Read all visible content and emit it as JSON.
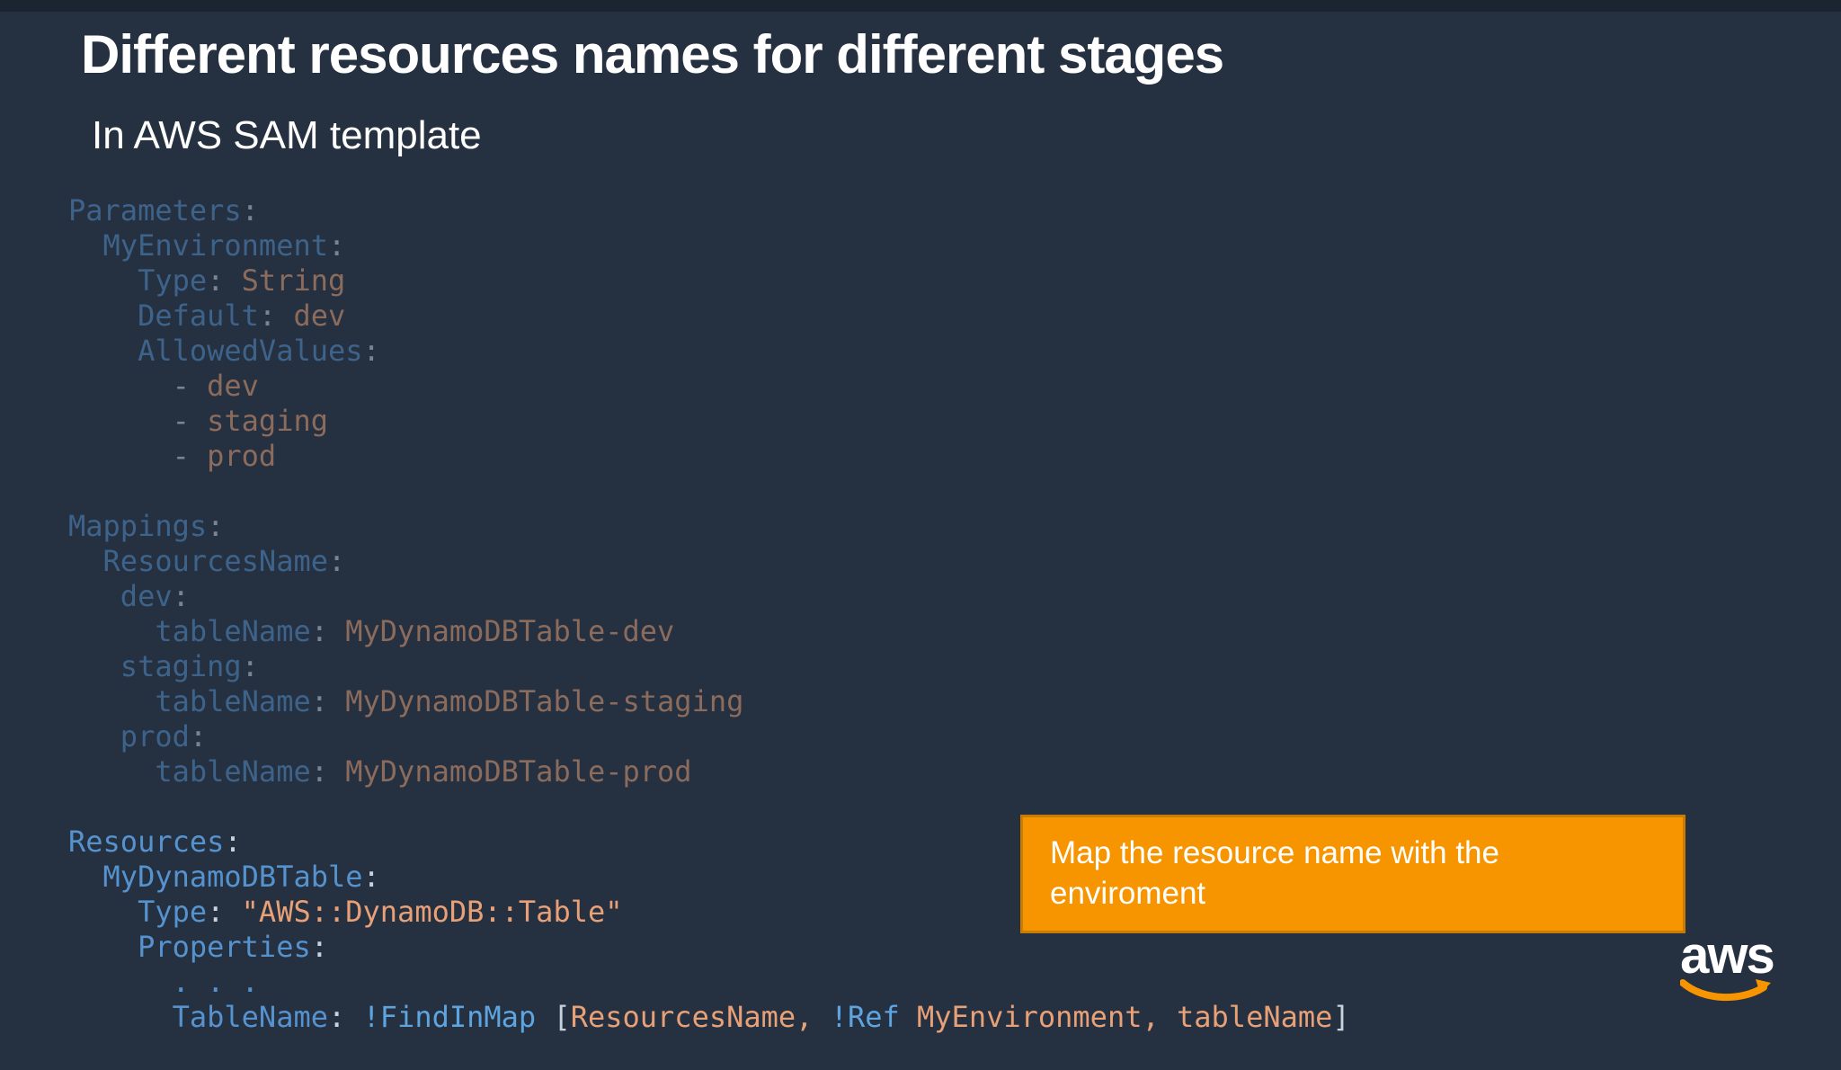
{
  "slide": {
    "title": "Different resources names for different stages",
    "subtitle": "In AWS SAM template"
  },
  "callout": {
    "lines": [
      "Map the resource name with the",
      "enviroment"
    ]
  },
  "logo": {
    "text": "aws",
    "smile_icon": "amazon-smile-arrow"
  },
  "colors": {
    "background": "#253040",
    "top_strip": "#1B2531",
    "text": "#FFFFFF",
    "code_key": "#5693CE",
    "code_tag": "#5EA4DF",
    "code_punct": "#C9D1DB",
    "code_value": "#E8A177",
    "callout_bg": "#F79500",
    "callout_border": "#C87C00",
    "logo_smile": "#F79500"
  },
  "code_blocks": [
    {
      "name": "parameters",
      "dimmed": true,
      "lines": [
        [
          {
            "c": "key",
            "t": "Parameters"
          },
          {
            "c": "punct",
            "t": ":"
          }
        ],
        [
          {
            "c": "key",
            "t": "  MyEnvironment"
          },
          {
            "c": "punct",
            "t": ":"
          }
        ],
        [
          {
            "c": "key",
            "t": "    Type"
          },
          {
            "c": "punct",
            "t": ":"
          },
          {
            "c": "value",
            "t": " String"
          }
        ],
        [
          {
            "c": "key",
            "t": "    Default"
          },
          {
            "c": "punct",
            "t": ":"
          },
          {
            "c": "value",
            "t": " dev"
          }
        ],
        [
          {
            "c": "key",
            "t": "    AllowedValues"
          },
          {
            "c": "punct",
            "t": ":"
          }
        ],
        [
          {
            "c": "punct",
            "t": "      -"
          },
          {
            "c": "value",
            "t": " dev"
          }
        ],
        [
          {
            "c": "punct",
            "t": "      -"
          },
          {
            "c": "value",
            "t": " staging"
          }
        ],
        [
          {
            "c": "punct",
            "t": "      -"
          },
          {
            "c": "value",
            "t": " prod"
          }
        ]
      ]
    },
    {
      "name": "mappings",
      "dimmed": true,
      "lines": [
        [
          {
            "c": "key",
            "t": "Mappings"
          },
          {
            "c": "punct",
            "t": ":"
          }
        ],
        [
          {
            "c": "key",
            "t": "  ResourcesName"
          },
          {
            "c": "punct",
            "t": ":"
          }
        ],
        [
          {
            "c": "key",
            "t": "   dev"
          },
          {
            "c": "punct",
            "t": ":"
          }
        ],
        [
          {
            "c": "key",
            "t": "     tableName"
          },
          {
            "c": "punct",
            "t": ":"
          },
          {
            "c": "value",
            "t": " MyDynamoDBTable-dev"
          }
        ],
        [
          {
            "c": "key",
            "t": "   staging"
          },
          {
            "c": "punct",
            "t": ":"
          }
        ],
        [
          {
            "c": "key",
            "t": "     tableName"
          },
          {
            "c": "punct",
            "t": ":"
          },
          {
            "c": "value",
            "t": " MyDynamoDBTable-staging"
          }
        ],
        [
          {
            "c": "key",
            "t": "   prod"
          },
          {
            "c": "punct",
            "t": ":"
          }
        ],
        [
          {
            "c": "key",
            "t": "     tableName"
          },
          {
            "c": "punct",
            "t": ":"
          },
          {
            "c": "value",
            "t": " MyDynamoDBTable-prod"
          }
        ]
      ]
    },
    {
      "name": "resources",
      "dimmed": false,
      "lines": [
        [
          {
            "c": "key",
            "t": "Resources"
          },
          {
            "c": "punct",
            "t": ":"
          }
        ],
        [
          {
            "c": "key",
            "t": "  MyDynamoDBTable"
          },
          {
            "c": "punct",
            "t": ":"
          }
        ],
        [
          {
            "c": "key",
            "t": "    Type"
          },
          {
            "c": "punct",
            "t": ":"
          },
          {
            "c": "value",
            "t": " \"AWS::DynamoDB::Table\""
          }
        ],
        [
          {
            "c": "key",
            "t": "    Properties"
          },
          {
            "c": "punct",
            "t": ":"
          }
        ],
        [
          {
            "c": "key",
            "t": "      . . ."
          }
        ],
        [
          {
            "c": "key",
            "t": "      TableName"
          },
          {
            "c": "punct",
            "t": ":"
          },
          {
            "c": "tag",
            "t": " !FindInMap"
          },
          {
            "c": "punct",
            "t": " ["
          },
          {
            "c": "value",
            "t": "ResourcesName,"
          },
          {
            "c": "tag",
            "t": " !Ref"
          },
          {
            "c": "value",
            "t": " MyEnvironment, tableName"
          },
          {
            "c": "punct",
            "t": "]"
          }
        ]
      ]
    }
  ]
}
